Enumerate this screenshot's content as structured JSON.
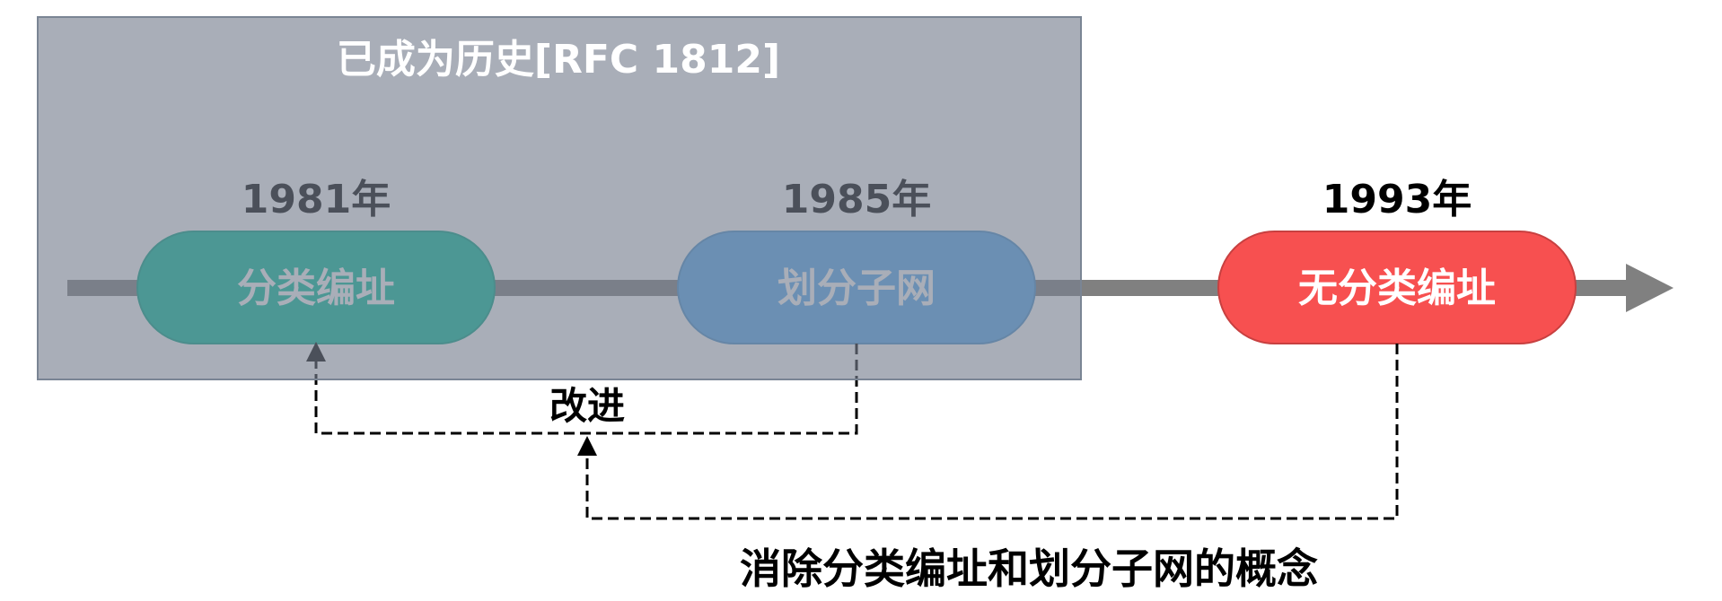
{
  "history_box": {
    "title": "已成为历史[RFC 1812]",
    "overlay_color": "#77808f"
  },
  "timeline": {
    "line_color": "#808080",
    "direction": "right"
  },
  "milestones": [
    {
      "year": "1981年",
      "label": "分类编址",
      "color": "#03c09d",
      "historical": true
    },
    {
      "year": "1985年",
      "label": "划分子网",
      "color": "#57abf1",
      "historical": true
    },
    {
      "year": "1993年",
      "label": "无分类编址",
      "color": "#f75050",
      "historical": false
    }
  ],
  "relations": [
    {
      "from": "划分子网",
      "to": "分类编址",
      "label": "改进"
    },
    {
      "from": "无分类编址",
      "to": "改进",
      "label": "消除分类编址和划分子网的概念"
    }
  ]
}
